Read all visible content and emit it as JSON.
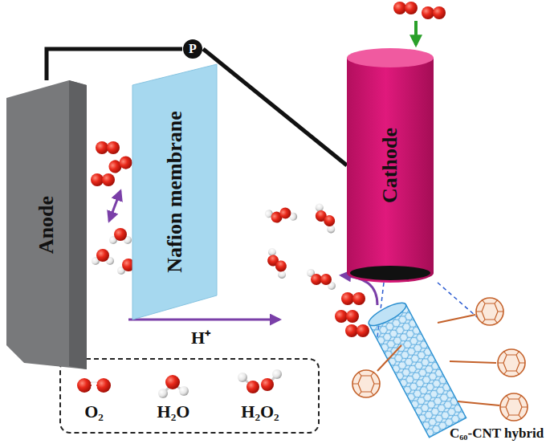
{
  "diagram": {
    "nodes": [
      {
        "text": [
          "Anode"
        ]
      },
      {
        "text": [
          "Nafion membrane"
        ]
      },
      {
        "text": [
          "Cathode"
        ]
      },
      {
        "text": [
          "P"
        ]
      }
    ],
    "edges": [
      {
        "from": 0,
        "to": 3,
        "arrow": "none"
      },
      {
        "from": 3,
        "to": 2,
        "arrow": "none"
      }
    ],
    "labels": [
      "H⁺",
      "C₆₀-CNT hybrid"
    ],
    "legend": [
      {
        "text": "O₂"
      },
      {
        "text": "H₂O"
      },
      {
        "text": "H₂O₂"
      }
    ]
  }
}
